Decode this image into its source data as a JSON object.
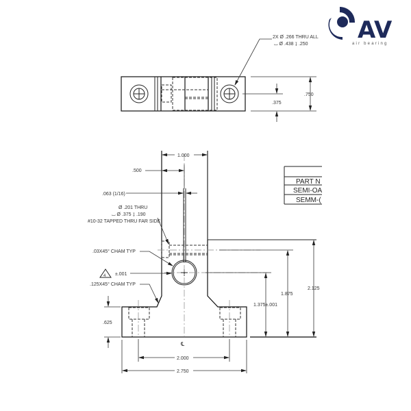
{
  "logo": {
    "letters": "AV",
    "tagline": "air bearing",
    "brand_color": "#1e2a5a"
  },
  "top_view": {
    "callout_line1": "2X Ø .266 THRU ALL",
    "callout_line2": "⌴ Ø .438 ↧ .250",
    "dim_height": ".750",
    "dim_half_height": ".375"
  },
  "front_view": {
    "dim_top_width": "1.000",
    "dim_half": ".500",
    "dim_slot": ".063 (1/16)",
    "tapped_note_line1": "Ø .201 THRU",
    "tapped_note_line2": "⌴ Ø .375 ↧ .190",
    "tapped_note_line3": "#10-32 TAPPED THRU FAR SIDE",
    "chamfer_small": ".03X45° CHAM TYP",
    "datum_flag": "4",
    "bore_tolerance": "±.001",
    "chamfer_large": ".125X45° CHAM TYP",
    "dim_base_height": ".625",
    "dim_bore_center": "1.375±.001",
    "dim_mid_height": "1.875",
    "dim_total_height": "2.125",
    "centerline_symbol": "℄",
    "dim_hole_spacing": "2.000",
    "dim_total_width": "2.750"
  },
  "part_table": {
    "header": "PART N",
    "rows": [
      "SEMI-OA",
      "SEMM-("
    ]
  }
}
